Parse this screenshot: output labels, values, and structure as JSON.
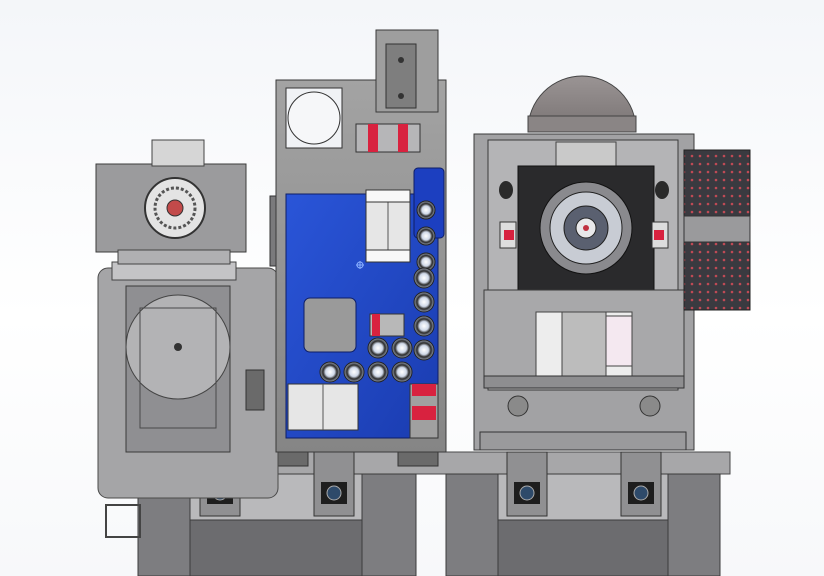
{
  "window": {
    "title": ""
  },
  "viewport": {
    "background_top": "#f4f6f9",
    "background_bottom": "#ffffff"
  },
  "colors": {
    "frame_gray": "#8d8d8d",
    "frame_dark": "#5e5e5e",
    "panel_blue": "#1f46c8",
    "accent_red": "#d8223f",
    "plate_light": "#c9c9c9",
    "base_gray": "#7f7f82"
  },
  "model": {
    "components": [
      {
        "id": "left-motor-unit",
        "label": ""
      },
      {
        "id": "center-blue-panel",
        "label": ""
      },
      {
        "id": "right-spindle-unit",
        "label": ""
      },
      {
        "id": "base-rail",
        "label": ""
      }
    ]
  }
}
